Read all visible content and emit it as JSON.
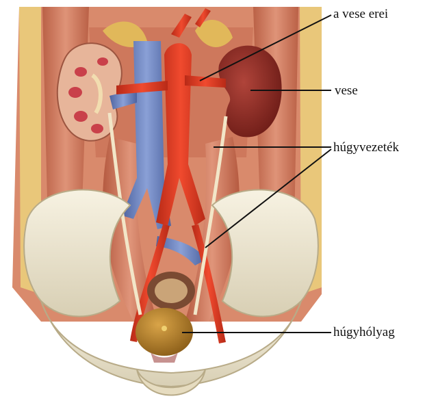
{
  "labels": [
    {
      "id": "renal-vessels",
      "text": "a vese erei"
    },
    {
      "id": "kidney",
      "text": "vese"
    },
    {
      "id": "ureter",
      "text": "húgyvezeték"
    },
    {
      "id": "bladder",
      "text": "húgyhólyag"
    }
  ],
  "colors": {
    "leader_line": "#111111",
    "vein": "#6a7fb8",
    "artery": "#d83a22",
    "kidney": "#8a2a22",
    "muscle": "#c96e55",
    "bone": "#efe8d2",
    "bladder": "#b9862a"
  }
}
